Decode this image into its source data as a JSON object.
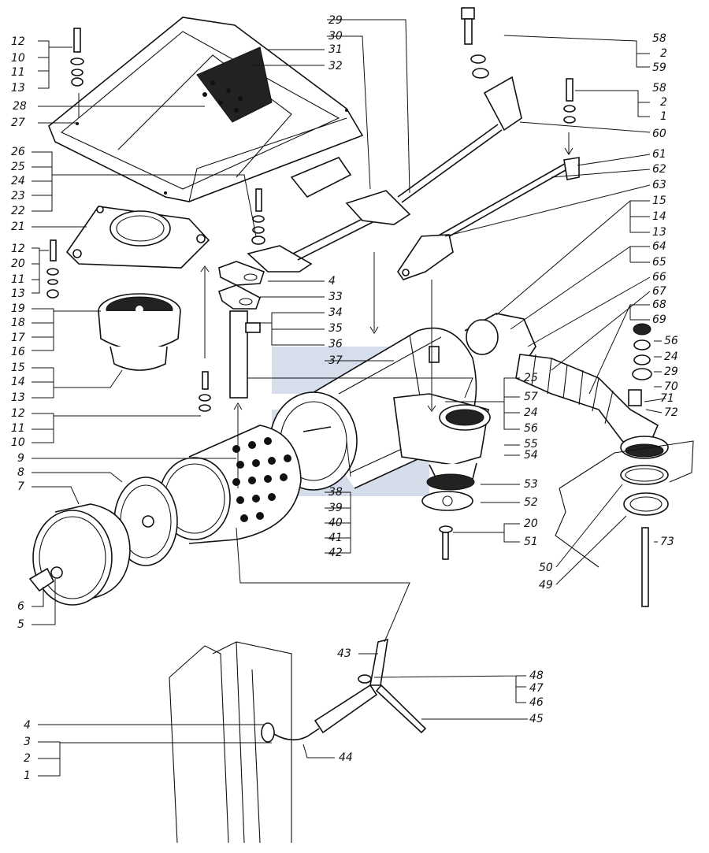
{
  "labels_left": [
    {
      "id": "l12a",
      "text": "12"
    },
    {
      "id": "l10a",
      "text": "10"
    },
    {
      "id": "l11a",
      "text": "11"
    },
    {
      "id": "l13a",
      "text": "13"
    },
    {
      "id": "l28",
      "text": "28"
    },
    {
      "id": "l27",
      "text": "27"
    },
    {
      "id": "l26",
      "text": "26"
    },
    {
      "id": "l25a",
      "text": "25"
    },
    {
      "id": "l24a",
      "text": "24"
    },
    {
      "id": "l23",
      "text": "23"
    },
    {
      "id": "l22",
      "text": "22"
    },
    {
      "id": "l21",
      "text": "21"
    },
    {
      "id": "l12b",
      "text": "12"
    },
    {
      "id": "l20a",
      "text": "20"
    },
    {
      "id": "l11b",
      "text": "11"
    },
    {
      "id": "l13b",
      "text": "13"
    },
    {
      "id": "l19",
      "text": "19"
    },
    {
      "id": "l18",
      "text": "18"
    },
    {
      "id": "l17",
      "text": "17"
    },
    {
      "id": "l16",
      "text": "16"
    },
    {
      "id": "l15a",
      "text": "15"
    },
    {
      "id": "l14a",
      "text": "14"
    },
    {
      "id": "l13c",
      "text": "13"
    },
    {
      "id": "l12c",
      "text": "12"
    },
    {
      "id": "l11c",
      "text": "11"
    },
    {
      "id": "l10b",
      "text": "10"
    },
    {
      "id": "l9",
      "text": "9"
    },
    {
      "id": "l8",
      "text": "8"
    },
    {
      "id": "l7",
      "text": "7"
    },
    {
      "id": "l6",
      "text": "6"
    },
    {
      "id": "l5",
      "text": "5"
    },
    {
      "id": "l4b",
      "text": "4"
    },
    {
      "id": "l3",
      "text": "3"
    },
    {
      "id": "l2b",
      "text": "2"
    },
    {
      "id": "l1b",
      "text": "1"
    }
  ],
  "labels_center": [
    {
      "id": "l29a",
      "text": "29"
    },
    {
      "id": "l30",
      "text": "30"
    },
    {
      "id": "l31",
      "text": "31"
    },
    {
      "id": "l32",
      "text": "32"
    },
    {
      "id": "l4a",
      "text": "4"
    },
    {
      "id": "l33",
      "text": "33"
    },
    {
      "id": "l34",
      "text": "34"
    },
    {
      "id": "l35",
      "text": "35"
    },
    {
      "id": "l36",
      "text": "36"
    },
    {
      "id": "l37",
      "text": "37"
    },
    {
      "id": "l38",
      "text": "38"
    },
    {
      "id": "l39",
      "text": "39"
    },
    {
      "id": "l40",
      "text": "40"
    },
    {
      "id": "l41",
      "text": "41"
    },
    {
      "id": "l42",
      "text": "42"
    },
    {
      "id": "l25b",
      "text": "25"
    },
    {
      "id": "l57",
      "text": "57"
    },
    {
      "id": "l24b",
      "text": "24"
    },
    {
      "id": "l56a",
      "text": "56"
    },
    {
      "id": "l55",
      "text": "55"
    },
    {
      "id": "l54",
      "text": "54"
    },
    {
      "id": "l53",
      "text": "53"
    },
    {
      "id": "l52",
      "text": "52"
    },
    {
      "id": "l20b",
      "text": "20"
    },
    {
      "id": "l51",
      "text": "51"
    },
    {
      "id": "l43",
      "text": "43"
    },
    {
      "id": "l44",
      "text": "44"
    }
  ],
  "labels_right": [
    {
      "id": "l58a",
      "text": "58"
    },
    {
      "id": "l2a",
      "text": "2"
    },
    {
      "id": "l59",
      "text": "59"
    },
    {
      "id": "l58b",
      "text": "58"
    },
    {
      "id": "l2c",
      "text": "2"
    },
    {
      "id": "l1a",
      "text": "1"
    },
    {
      "id": "l60",
      "text": "60"
    },
    {
      "id": "l61",
      "text": "61"
    },
    {
      "id": "l62",
      "text": "62"
    },
    {
      "id": "l63",
      "text": "63"
    },
    {
      "id": "l15b",
      "text": "15"
    },
    {
      "id": "l14b",
      "text": "14"
    },
    {
      "id": "l13d",
      "text": "13"
    },
    {
      "id": "l64",
      "text": "64"
    },
    {
      "id": "l65",
      "text": "65"
    },
    {
      "id": "l66",
      "text": "66"
    },
    {
      "id": "l67",
      "text": "67"
    },
    {
      "id": "l68",
      "text": "68"
    },
    {
      "id": "l69",
      "text": "69"
    },
    {
      "id": "l56b",
      "text": "56"
    },
    {
      "id": "l24c",
      "text": "24"
    },
    {
      "id": "l29b",
      "text": "29"
    },
    {
      "id": "l70",
      "text": "70"
    },
    {
      "id": "l71",
      "text": "71"
    },
    {
      "id": "l72",
      "text": "72"
    },
    {
      "id": "l73",
      "text": "73"
    },
    {
      "id": "l50",
      "text": "50"
    },
    {
      "id": "l49",
      "text": "49"
    },
    {
      "id": "l48",
      "text": "48"
    },
    {
      "id": "l47",
      "text": "47"
    },
    {
      "id": "l46",
      "text": "46"
    },
    {
      "id": "l45",
      "text": "45"
    }
  ]
}
